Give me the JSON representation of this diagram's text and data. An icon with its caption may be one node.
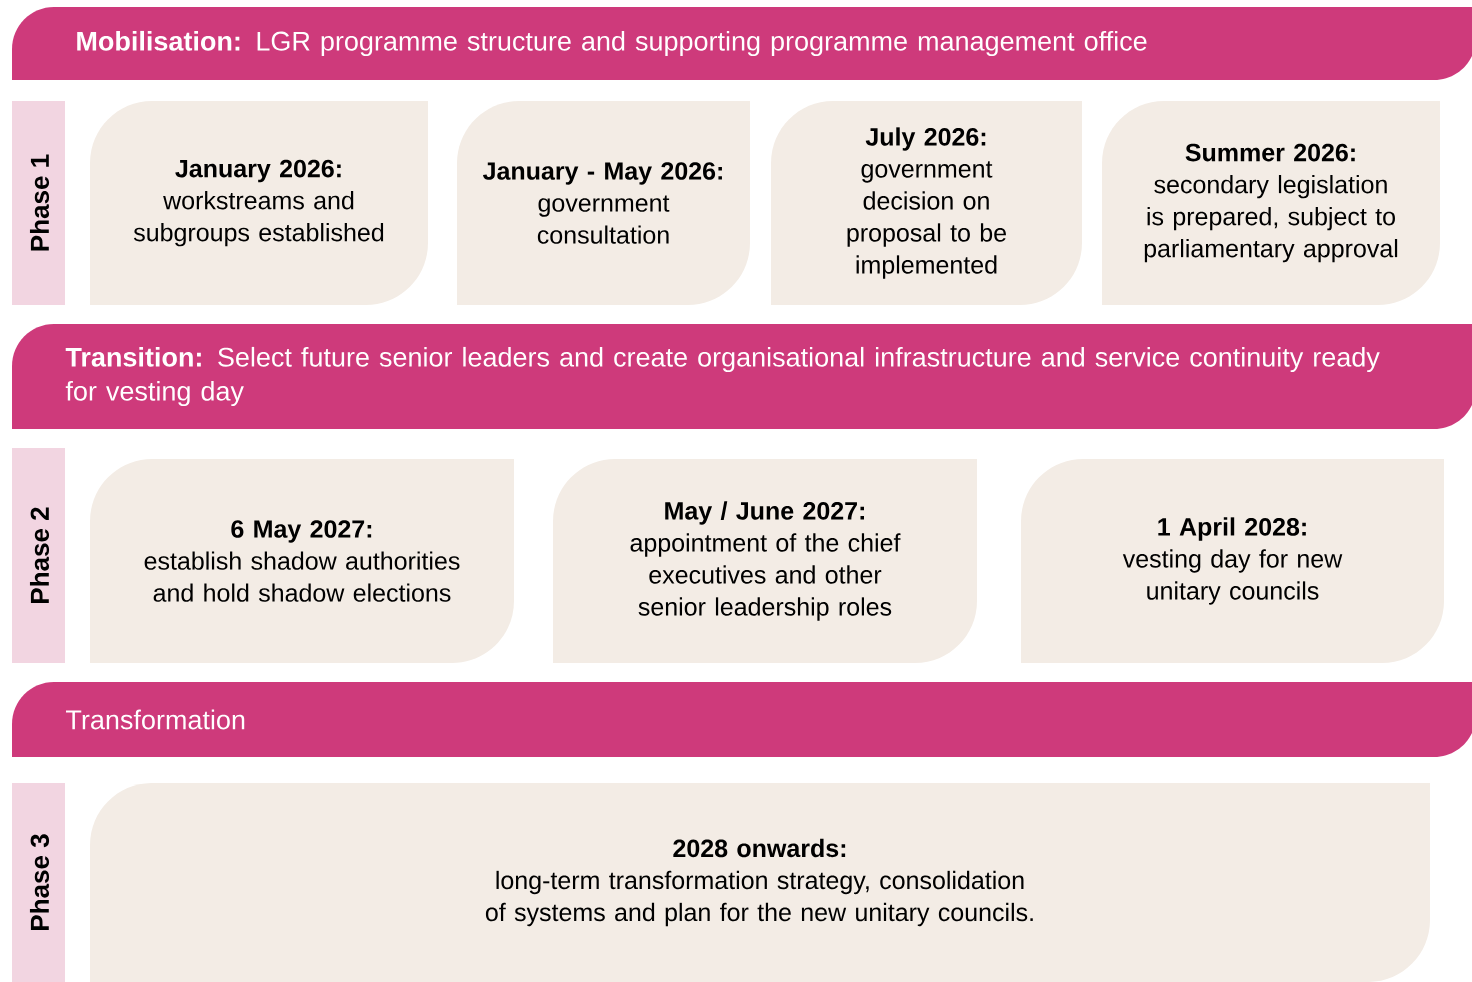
{
  "diagram": {
    "nodes": [
      {
        "text": [
          "**Mobilisation:** LGR programme structure and supporting programme management office"
        ]
      },
      {
        "text": [
          "Phase 1"
        ]
      },
      {
        "text": [
          "January 2026:",
          "workstreams and subgroups established"
        ]
      },
      {
        "text": [
          "January - May 2026:",
          "government consultation"
        ]
      },
      {
        "text": [
          "July 2026:",
          "government decision on proposal to be implemented"
        ]
      },
      {
        "text": [
          "Summer 2026:",
          "secondary legislation is prepared, subject to parliamentary approval"
        ]
      },
      {
        "text": [
          "**Transition:** Select future senior leaders and create organisational infrastructure and service continuity ready for vesting day"
        ]
      },
      {
        "text": [
          "Phase 2"
        ]
      },
      {
        "text": [
          "6 May 2027:",
          "establish shadow authorities and hold shadow elections"
        ]
      },
      {
        "text": [
          "May / June 2027:",
          "appointment of the chief executives and other senior leadership roles"
        ]
      },
      {
        "text": [
          "1 April 2028:",
          "vesting day for new unitary councils"
        ]
      },
      {
        "text": [
          "Transformation"
        ]
      },
      {
        "text": [
          "Phase 3"
        ]
      },
      {
        "text": [
          "2028 onwards:",
          "long-term transformation strategy, consolidation of systems and plan for the new unitary councils."
        ]
      }
    ]
  }
}
